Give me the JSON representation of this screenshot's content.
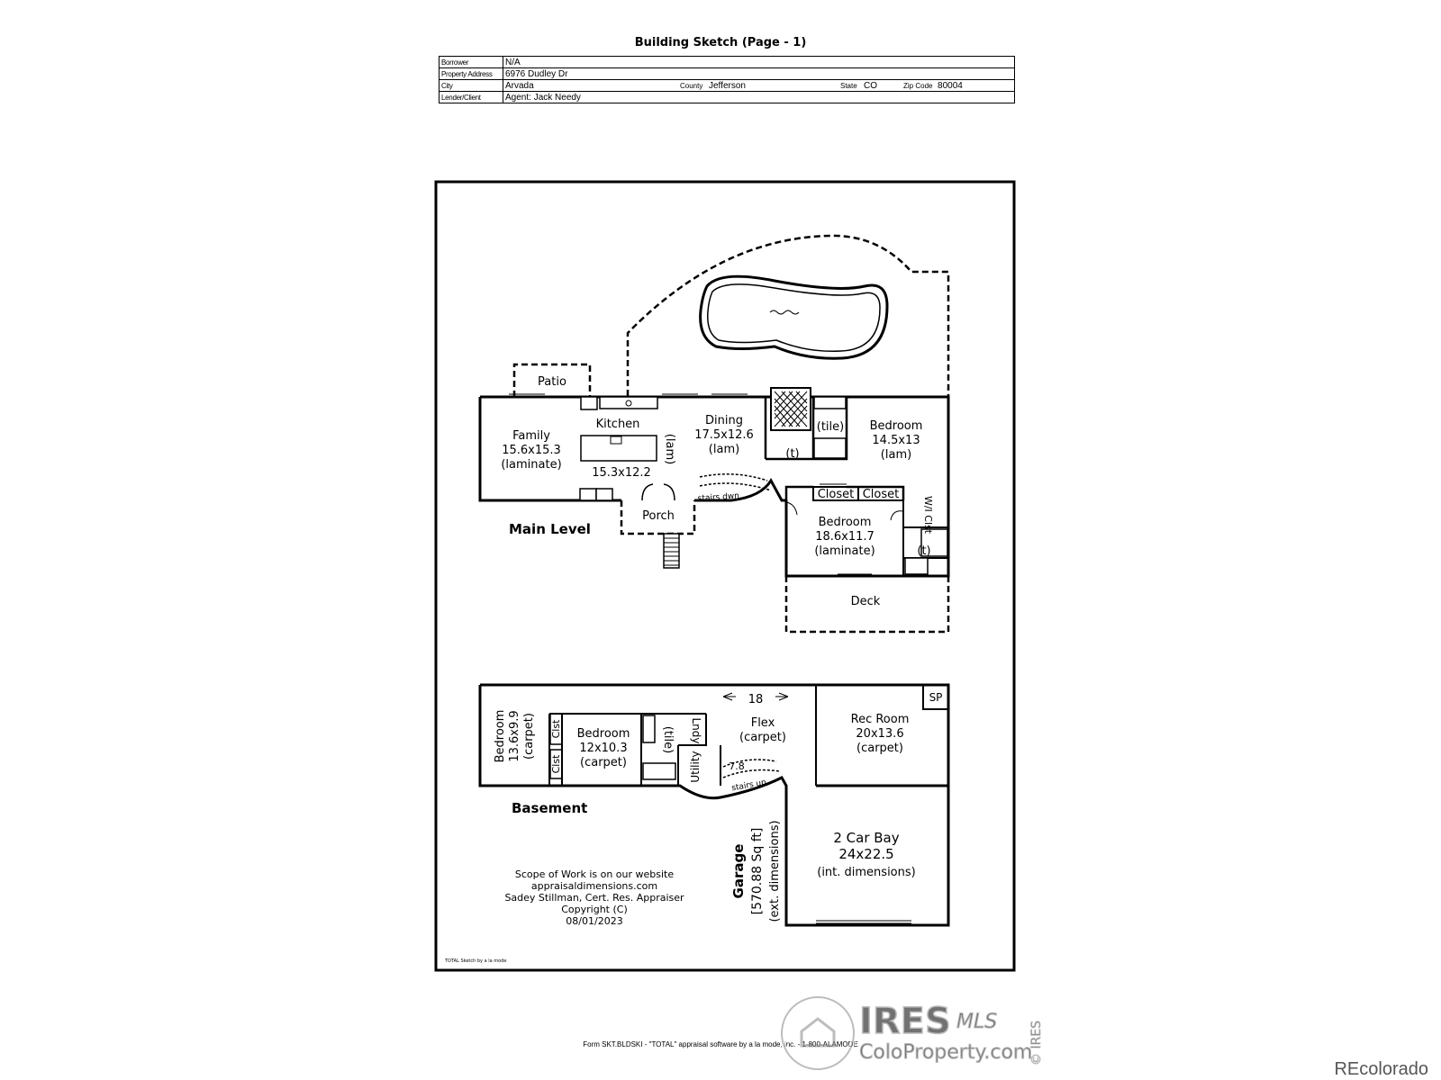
{
  "header": {
    "title": "Building Sketch (Page - 1)",
    "borrower_label": "Borrower",
    "borrower": "N/A",
    "address_label": "Property Address",
    "address": "6976 Dudley Dr",
    "city_label": "City",
    "city": "Arvada",
    "county_label": "County",
    "county": "Jefferson",
    "state_label": "State",
    "state": "CO",
    "zip_label": "Zip Code",
    "zip": "80004",
    "lender_label": "Lender/Client",
    "lender": "Agent: Jack Needy"
  },
  "main_level": {
    "label": "Main Level",
    "patio": "Patio",
    "family": [
      "Family",
      "15.6x15.3",
      "(laminate)"
    ],
    "kitchen": "Kitchen",
    "kitchen_lam": "(lam)",
    "kitchen_dim": "15.3x12.2",
    "dining": [
      "Dining",
      "17.5x12.6",
      "(lam)"
    ],
    "bath_tile": "(tile)",
    "bath_t1": "(t)",
    "bedroom1": [
      "Bedroom",
      "14.5x13",
      "(lam)"
    ],
    "stairs": "stairs dwn",
    "porch": "Porch",
    "closet1": "Closet",
    "closet2": "Closet",
    "bedroom2": [
      "Bedroom",
      "18.6x11.7",
      "(laminate)"
    ],
    "wi_clst": "W/I Clst",
    "bath_t2": "(t)",
    "deck": "Deck"
  },
  "basement": {
    "label": "Basement",
    "bed_vertical": [
      "Bedroom",
      "13.6x9.9",
      "(carpet)"
    ],
    "clst1": "Clst",
    "clst2": "Clst",
    "bedroom": [
      "Bedroom",
      "12x10.3",
      "(carpet)"
    ],
    "tile": "(tile)",
    "lndy": "Lndy",
    "utility": "Utility",
    "flex_dim": "18",
    "flex": [
      "Flex",
      "(carpet)"
    ],
    "stair_dim": "7.8",
    "stairs": "stairs up",
    "rec": [
      "Rec Room",
      "20x13.6",
      "(carpet)"
    ],
    "sp": "SP"
  },
  "garage": {
    "label": "Garage",
    "area": "[570.88 Sq ft]",
    "ext": "(ext. dimensions)",
    "bay": [
      "2 Car Bay",
      "24x22.5",
      "(int. dimensions)"
    ]
  },
  "credits": [
    "Scope of Work is on our website",
    "appraisaldimensions.com",
    "Sadey Stillman, Cert. Res. Appraiser",
    "Copyright (C)",
    "08/01/2023"
  ],
  "sketch_credit": "TOTAL Sketch by a la mode",
  "footer": "Form SKT.BLDSKI - \"TOTAL\" appraisal software by a la mode, inc. - 1-800-ALAMODE",
  "watermark": {
    "ires": "IRES",
    "mls": "MLS",
    "site": "ColoProperty.com",
    "side": "© IRES"
  },
  "brand": "REcolorado"
}
